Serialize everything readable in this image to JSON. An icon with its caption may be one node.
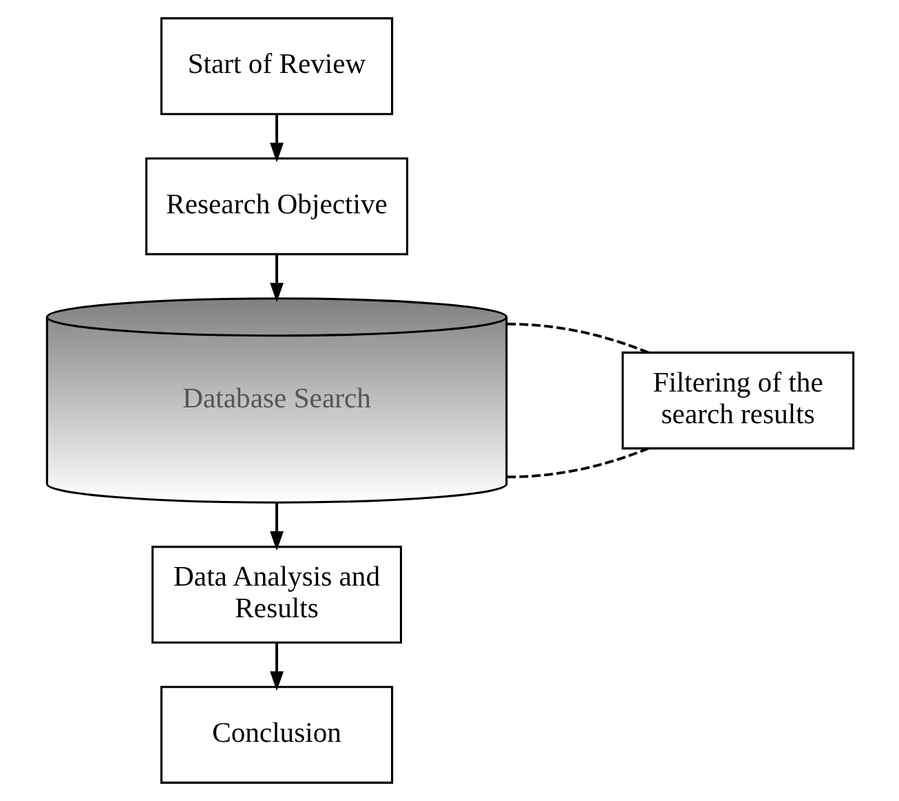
{
  "diagram": {
    "nodes": [
      {
        "text": [
          "Start of Review"
        ]
      },
      {
        "text": [
          "Research Objective"
        ]
      },
      {
        "text": [
          "Database Search"
        ]
      },
      {
        "text": [
          "Filtering of the search results"
        ]
      },
      {
        "text": [
          "Data Analysis and Results"
        ]
      },
      {
        "text": [
          "Conclusion"
        ]
      }
    ],
    "edges": [
      {
        "from": 0,
        "to": 1,
        "arrow": "to"
      },
      {
        "from": 1,
        "to": 2,
        "arrow": "to"
      },
      {
        "from": 2,
        "to": 3,
        "arrow": "none",
        "style": "dashed"
      },
      {
        "from": 2,
        "to": 3,
        "arrow": "none",
        "style": "dashed"
      },
      {
        "from": 2,
        "to": 4,
        "arrow": "to"
      },
      {
        "from": 4,
        "to": 5,
        "arrow": "to"
      }
    ]
  }
}
